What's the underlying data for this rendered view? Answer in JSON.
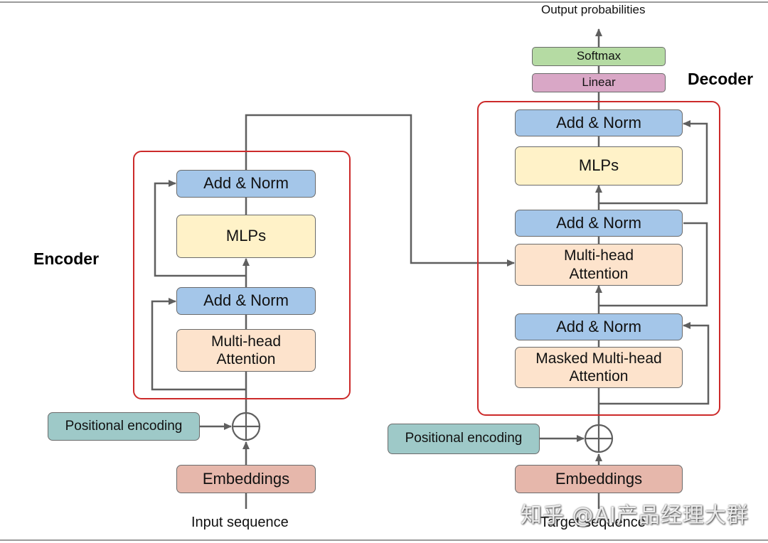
{
  "encoder": {
    "title": "Encoder",
    "add_norm_top": "Add & Norm",
    "mlps": "MLPs",
    "add_norm_bottom": "Add & Norm",
    "attention": "Multi-head\nAttention",
    "positional_encoding": "Positional encoding",
    "embeddings": "Embeddings",
    "input_label": "Input sequence"
  },
  "decoder": {
    "title": "Decoder",
    "output_label": "Output probabilities",
    "softmax": "Softmax",
    "linear": "Linear",
    "add_norm_top": "Add & Norm",
    "mlps": "MLPs",
    "add_norm_middle": "Add & Norm",
    "cross_attention": "Multi-head\nAttention",
    "add_norm_bottom": "Add & Norm",
    "masked_attention": "Masked Multi-head\nAttention",
    "positional_encoding": "Positional encoding",
    "embeddings": "Embeddings",
    "target_label": "Target sequence"
  },
  "watermark": "知乎 @AI产品经理大群",
  "colors": {
    "add_norm": "#a4c6e9",
    "mlps": "#fff2c8",
    "attention": "#fde3cc",
    "embeddings": "#e6b7ab",
    "positional_encoding": "#9ec9c8",
    "softmax": "#b5dba3",
    "linear": "#d9a7c6",
    "frame": "#cc2a2a",
    "connector": "#5f5f5f"
  }
}
